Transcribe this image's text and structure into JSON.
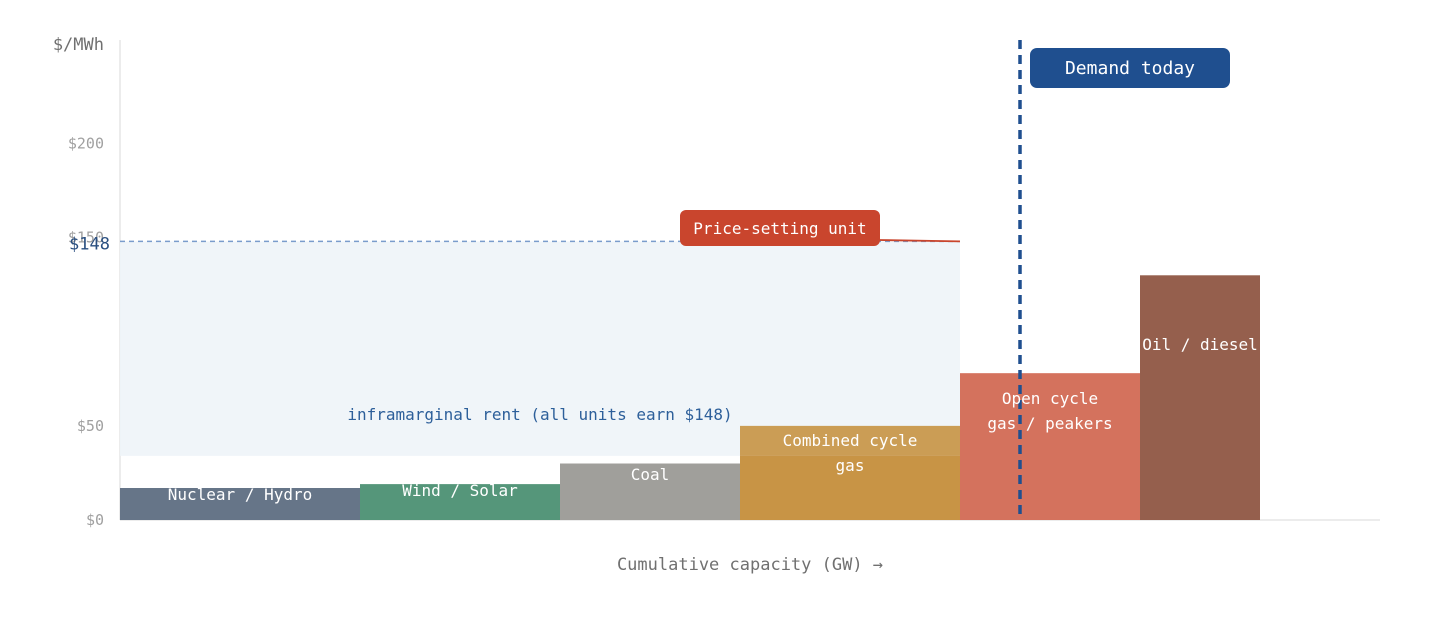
{
  "chart_data": {
    "type": "bar",
    "ylabel": "$/MWh",
    "xlabel": "Cumulative capacity (GW) →",
    "ylim": [
      0,
      255
    ],
    "y_ticks": [
      {
        "value": 0,
        "label": "$0"
      },
      {
        "value": 50,
        "label": "$50"
      },
      {
        "value": 150,
        "label": "$150"
      },
      {
        "value": 200,
        "label": "$200"
      }
    ],
    "clearing_price": {
      "value": 148,
      "label": "$148"
    },
    "rent_label": "inframarginal rent (all units earn $148)",
    "price_setter_label": "Price-setting unit",
    "demand_label": "Demand today",
    "colors": {
      "rent_fill": "#eff4f8",
      "price_line": "#7a9ccc",
      "demand_line": "#1f4f8f",
      "callout": "#c9452d",
      "demand_box": "#1f4f8f",
      "axis": "#e6e6e6"
    },
    "series": [
      {
        "name": "Nuclear / Hydro",
        "lines": [
          "Nuclear / Hydro"
        ],
        "value": 17,
        "color": "#667588"
      },
      {
        "name": "Wind / Solar",
        "lines": [
          "Wind / Solar"
        ],
        "value": 19,
        "color": "#55967a"
      },
      {
        "name": "Coal",
        "lines": [
          "Coal"
        ],
        "value": 30,
        "color": "#a09f9b"
      },
      {
        "name": "Combined cycle gas",
        "lines": [
          "Combined cycle",
          "gas"
        ],
        "value": 50,
        "color": "#c89445"
      },
      {
        "name": "Open cycle gas / peakers",
        "lines": [
          "Open cycle",
          "gas / peakers"
        ],
        "value": 78,
        "color": "#d4725d"
      },
      {
        "name": "Oil / diesel",
        "lines": [
          "Oil / diesel"
        ],
        "value": 130,
        "color": "#955f4d"
      }
    ]
  }
}
